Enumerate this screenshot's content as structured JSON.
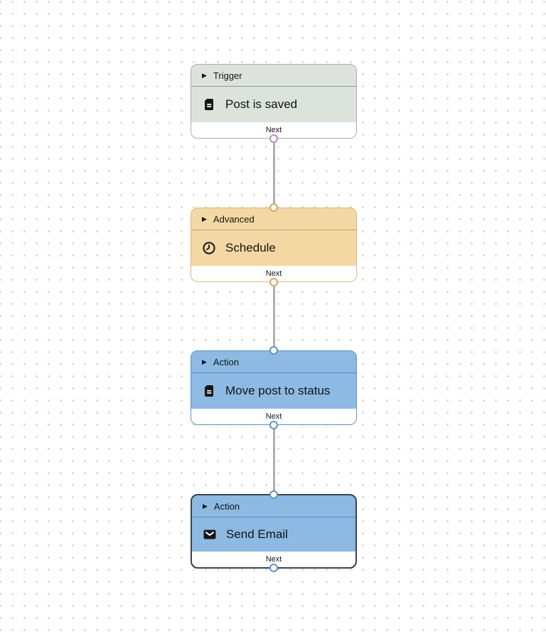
{
  "canvas": {
    "dot_color": "#d6d6d6",
    "connector_color": "#b1b1b1"
  },
  "nodes": [
    {
      "category": "Trigger",
      "title": "Post is saved",
      "icon": "document-icon",
      "footer_label": "Next",
      "selected": false,
      "colors": {
        "bg": "#dce3dc",
        "border": "#a6aea6",
        "divider": "#8f998f",
        "handle": "#b78fc7"
      }
    },
    {
      "category": "Advanced",
      "title": "Schedule",
      "icon": "clock-icon",
      "footer_label": "Next",
      "selected": false,
      "colors": {
        "bg": "#f3d8a3",
        "border": "#dcba7c",
        "divider": "#c7a25e",
        "handle": "#d4a75f"
      }
    },
    {
      "category": "Action",
      "title": "Move post to status",
      "icon": "document-icon",
      "footer_label": "Next",
      "selected": false,
      "colors": {
        "bg": "#8cbae3",
        "border": "#5d92c6",
        "divider": "#5a8cbd",
        "handle": "#5b94ca"
      }
    },
    {
      "category": "Action",
      "title": "Send Email",
      "icon": "envelope-icon",
      "footer_label": "Next",
      "selected": true,
      "colors": {
        "bg": "#8cbae3",
        "border": "#3a434c",
        "divider": "#5a8cbd",
        "handle": "#5b94ca"
      }
    }
  ]
}
